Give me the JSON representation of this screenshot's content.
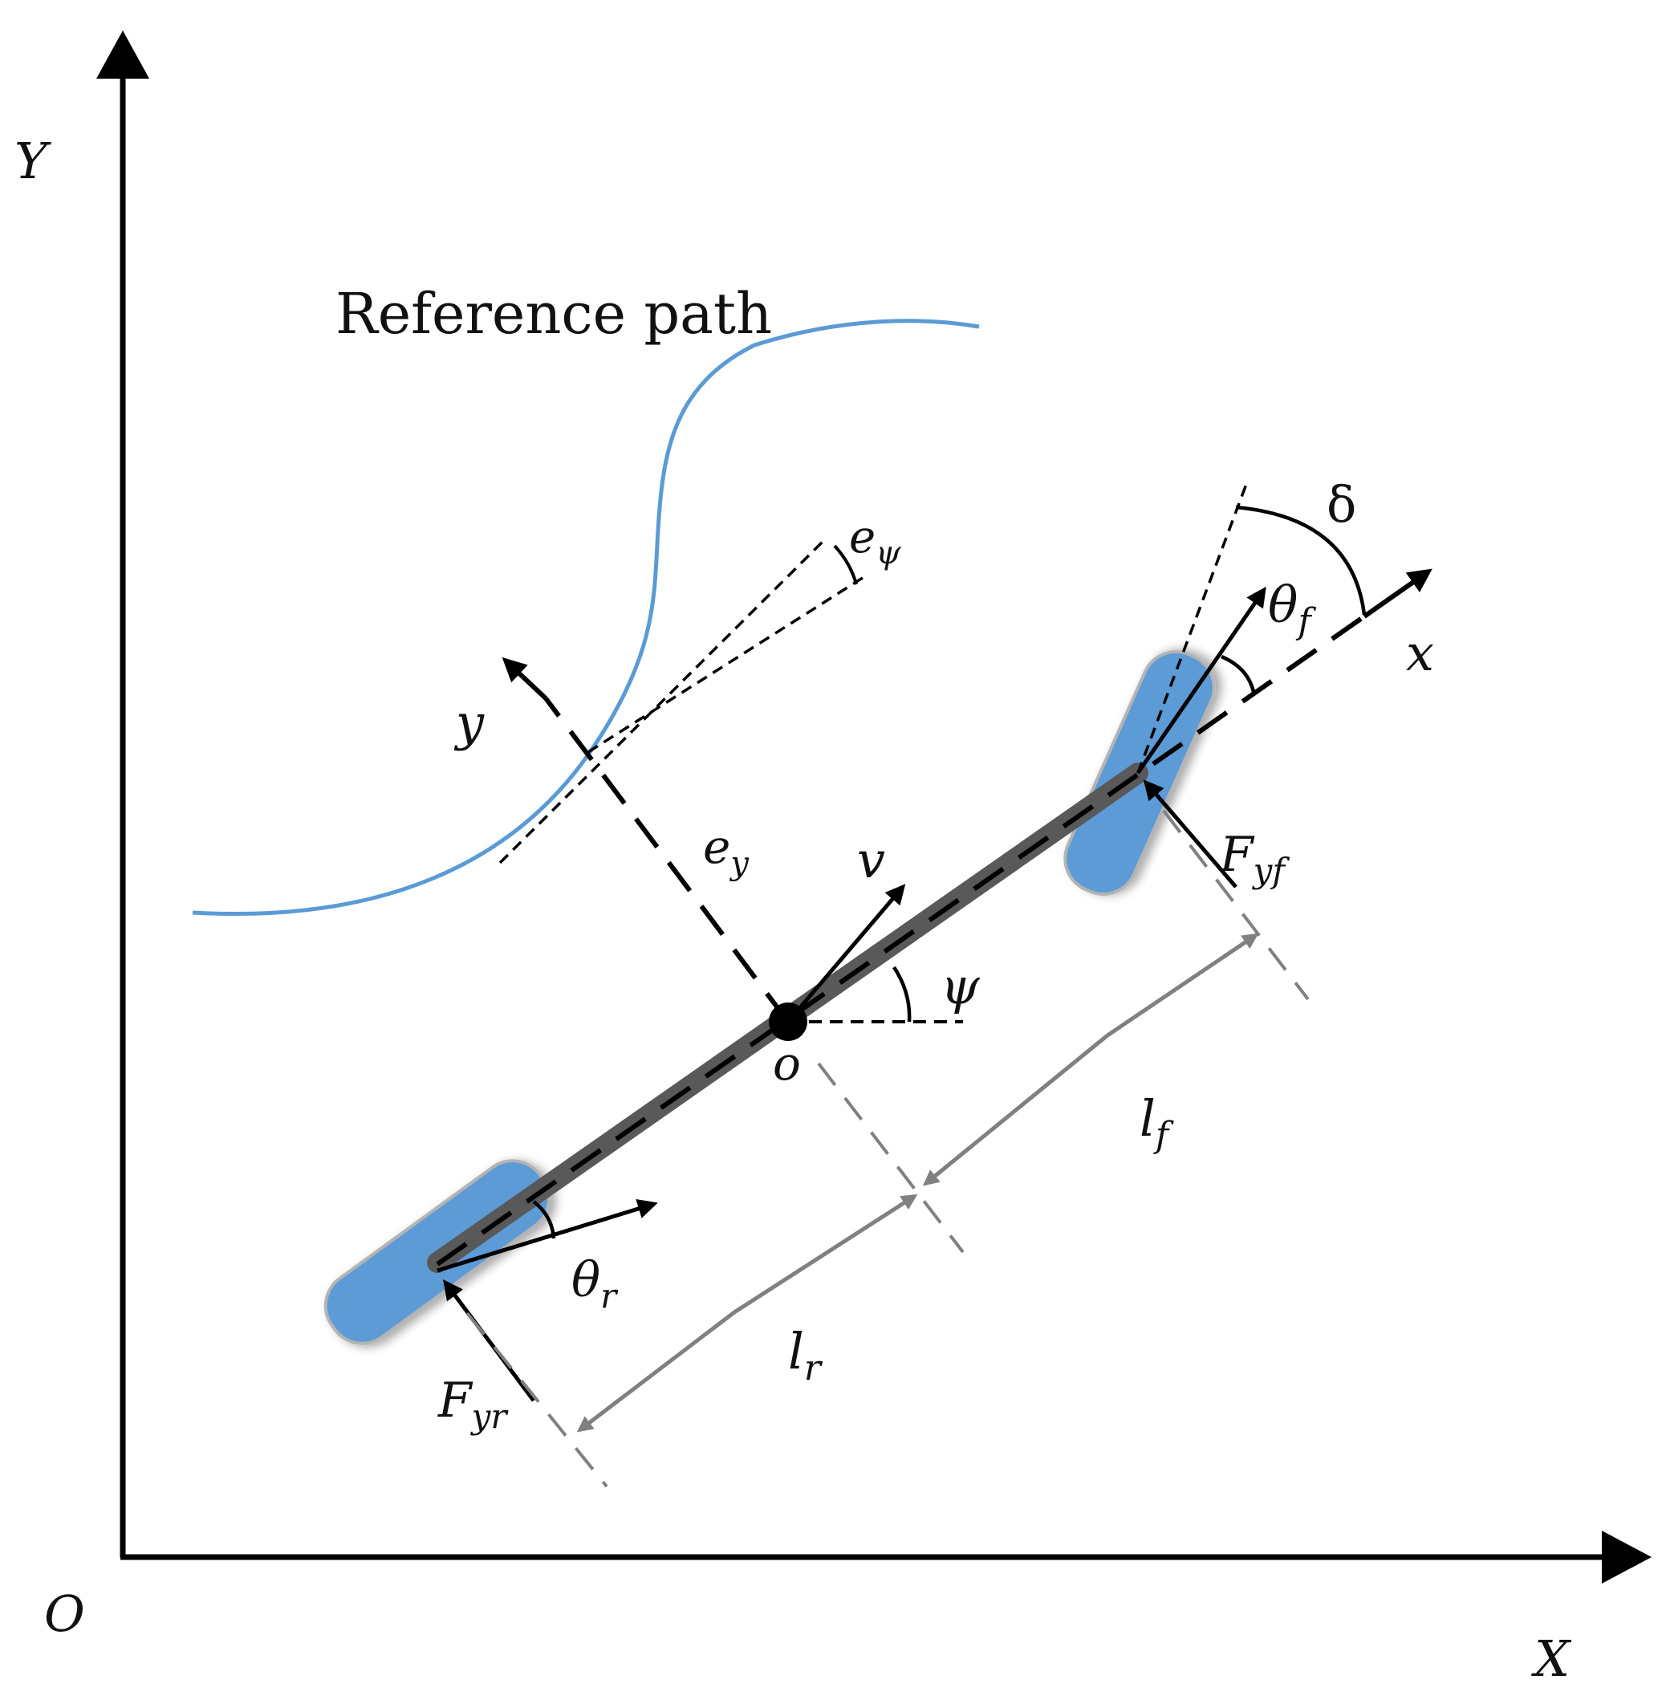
{
  "labels": {
    "axis_Y": "Y",
    "axis_X": "X",
    "origin": "O",
    "reference_path": "Reference path",
    "body_y": "y",
    "body_x": "x",
    "cg": "o",
    "velocity": "v",
    "yaw_angle": "ψ",
    "lateral_error_e": "e",
    "lateral_error_sub": "y",
    "heading_error_e": "e",
    "heading_error_sub": "ψ",
    "steer_angle": "δ",
    "theta_front": "θ",
    "theta_front_sub": "f",
    "theta_rear": "θ",
    "theta_rear_sub": "r",
    "force_front": "F",
    "force_front_sub": "yf",
    "force_rear": "F",
    "force_rear_sub": "yr",
    "front_length": "l",
    "front_length_sub": "f",
    "rear_length": "l",
    "rear_length_sub": "r"
  },
  "colors": {
    "tire": "#5b9bd5",
    "path": "#5b9bd5",
    "chassis": "#595959",
    "dimension": "#808080",
    "ink": "#000000"
  }
}
